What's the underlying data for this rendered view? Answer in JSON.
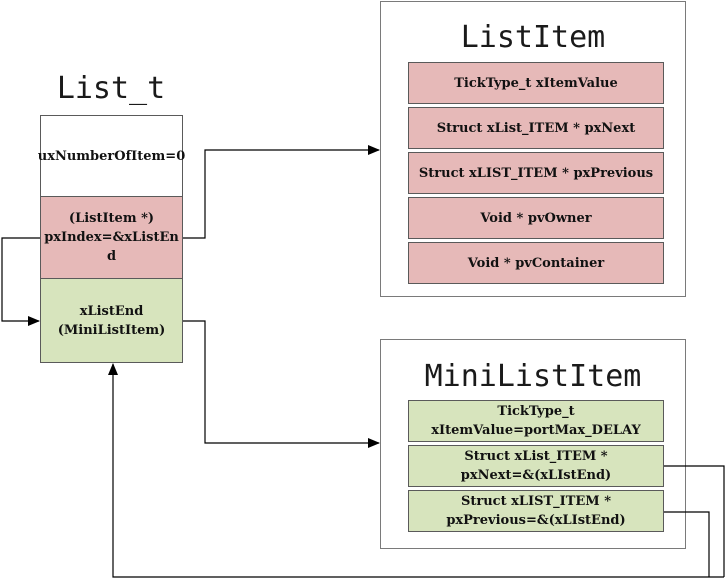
{
  "list_t": {
    "title": "List_t",
    "cells": [
      "uxNumberOfItem=0",
      "(ListItem *)\npxIndex=&xListEn\nd",
      "xListEnd\n(MiniListItem)"
    ]
  },
  "list_item": {
    "title": "ListItem",
    "fields": [
      "TickType_t xItemValue",
      "Struct xList_ITEM * pxNext",
      "Struct xLIST_ITEM * pxPrevious",
      "Void * pvOwner",
      "Void * pvContainer"
    ]
  },
  "mini_list_item": {
    "title": "MiniListItem",
    "fields": [
      "TickType_t\nxItemValue=portMax_DELAY",
      "Struct xList_ITEM *\npxNext=&(xLIstEnd)",
      "Struct xLIST_ITEM *\npxPrevious=&(xLIstEnd)"
    ]
  },
  "colors": {
    "pink_fill": "#e6b9b8",
    "green_fill": "#d7e4bd",
    "line": "#000000"
  }
}
